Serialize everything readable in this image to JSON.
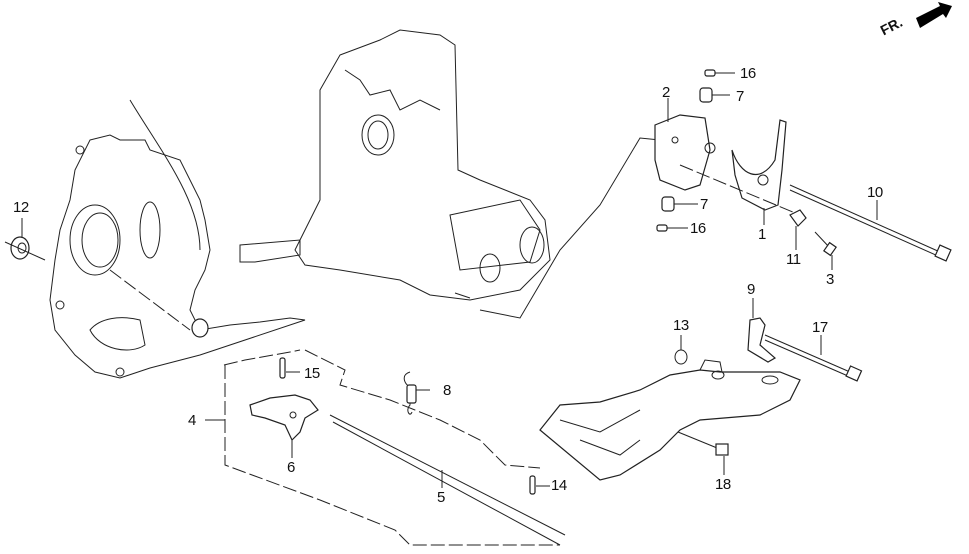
{
  "diagram": {
    "title": "Automatic transmission shift fork / control shaft exploded view",
    "direction_indicator": {
      "label": "FR.",
      "icon": "arrow-front-icon"
    },
    "callouts": [
      {
        "num": "1",
        "part": "shift-fork"
      },
      {
        "num": "2",
        "part": "servo-valve-body"
      },
      {
        "num": "3",
        "part": "bolt"
      },
      {
        "num": "4",
        "part": "control-shaft-assembly"
      },
      {
        "num": "5",
        "part": "control-shaft"
      },
      {
        "num": "6",
        "part": "detent-lever"
      },
      {
        "num": "7",
        "part": "plug-upper"
      },
      {
        "num": "7",
        "part": "plug-lower"
      },
      {
        "num": "8",
        "part": "return-spring"
      },
      {
        "num": "9",
        "part": "bracket"
      },
      {
        "num": "10",
        "part": "long-bolt"
      },
      {
        "num": "11",
        "part": "lock-plate"
      },
      {
        "num": "12",
        "part": "oil-seal"
      },
      {
        "num": "13",
        "part": "snap-ring"
      },
      {
        "num": "14",
        "part": "spring-pin-lower"
      },
      {
        "num": "15",
        "part": "spring-pin-upper"
      },
      {
        "num": "16",
        "part": "o-ring-upper"
      },
      {
        "num": "16",
        "part": "o-ring-lower"
      },
      {
        "num": "17",
        "part": "flange-bolt-long"
      },
      {
        "num": "18",
        "part": "flange-bolt-short"
      }
    ]
  }
}
